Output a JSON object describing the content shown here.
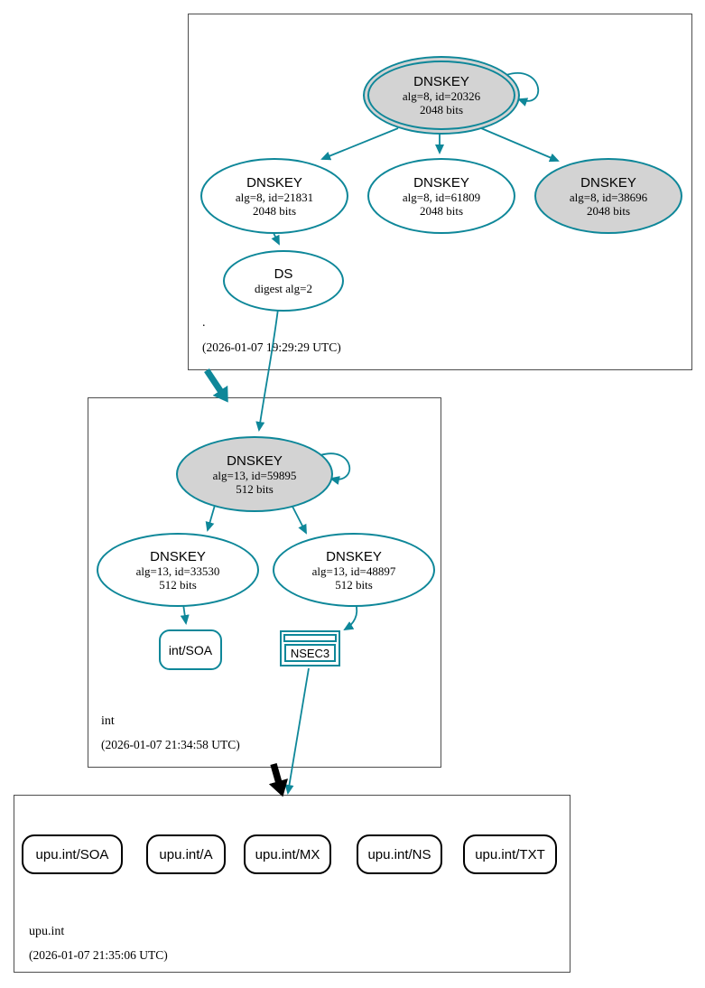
{
  "colors": {
    "secure_teal": "#0e8799",
    "node_fill_gray": "#d3d3d3",
    "insecure_black": "#000000",
    "zone_border": "#4d4d4d"
  },
  "zones": {
    "root": {
      "name": ".",
      "timestamp": "(2026-01-07 19:29:29 UTC)",
      "nodes": {
        "ksk": {
          "title": "DNSKEY",
          "detail": "alg=8, id=20326",
          "bits": "2048 bits"
        },
        "zsk1": {
          "title": "DNSKEY",
          "detail": "alg=8, id=21831",
          "bits": "2048 bits"
        },
        "zsk2": {
          "title": "DNSKEY",
          "detail": "alg=8, id=61809",
          "bits": "2048 bits"
        },
        "zsk3": {
          "title": "DNSKEY",
          "detail": "alg=8, id=38696",
          "bits": "2048 bits"
        },
        "ds": {
          "title": "DS",
          "detail": "digest alg=2"
        }
      }
    },
    "int": {
      "name": "int",
      "timestamp": "(2026-01-07 21:34:58 UTC)",
      "nodes": {
        "ksk": {
          "title": "DNSKEY",
          "detail": "alg=13, id=59895",
          "bits": "512 bits"
        },
        "zsk1": {
          "title": "DNSKEY",
          "detail": "alg=13, id=33530",
          "bits": "512 bits"
        },
        "zsk2": {
          "title": "DNSKEY",
          "detail": "alg=13, id=48897",
          "bits": "512 bits"
        },
        "soa": {
          "label": "int/SOA"
        },
        "nsec3": {
          "label": "NSEC3"
        }
      }
    },
    "upu_int": {
      "name": "upu.int",
      "timestamp": "(2026-01-07 21:35:06 UTC)",
      "rrsets": [
        "upu.int/SOA",
        "upu.int/A",
        "upu.int/MX",
        "upu.int/NS",
        "upu.int/TXT"
      ]
    }
  }
}
